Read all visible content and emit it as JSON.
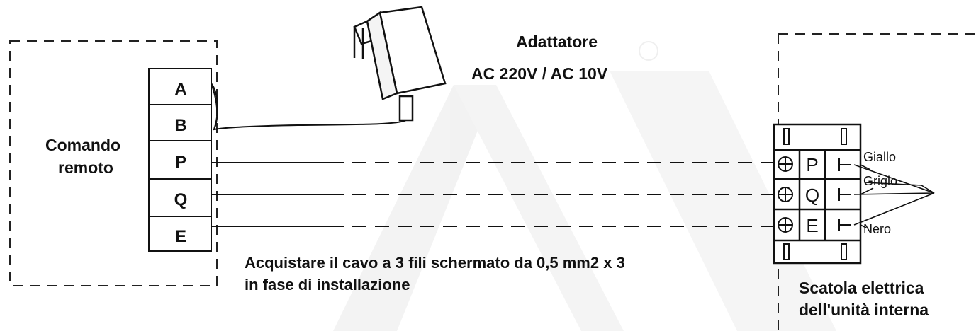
{
  "remote": {
    "title_line1": "Comando",
    "title_line2": "remoto",
    "terminals": [
      "A",
      "B",
      "P",
      "Q",
      "E"
    ]
  },
  "adapter": {
    "title": "Adattatore",
    "spec": "AC 220V / AC 10V"
  },
  "cable_note": {
    "line1": "Acquistare il cavo a 3 fili schermato da 0,5 mm2 x 3",
    "line2": "in fase di installazione"
  },
  "indoor_box": {
    "terminals": [
      "P",
      "Q",
      "E"
    ],
    "wire_colors": [
      "Giallo",
      "Grigio",
      "Nero"
    ],
    "title_line1": "Scatola elettrica",
    "title_line2": "dell'unità interna"
  },
  "watermark_color": "#e6e6e6"
}
